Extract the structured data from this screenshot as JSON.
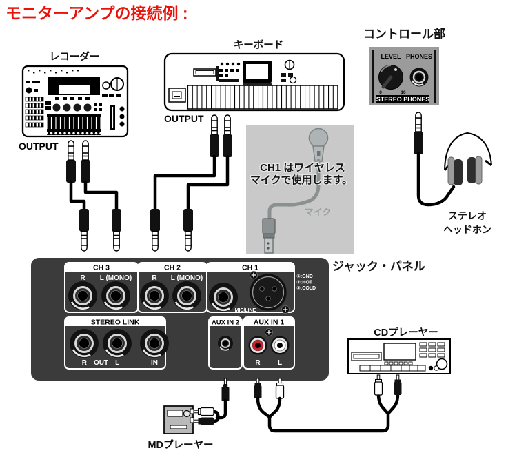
{
  "title": "モニターアンプの接続例 :",
  "colors": {
    "title_red": "#e8140c",
    "panel_gray": "#3b3b3b",
    "note_gray": "#c9c9c9",
    "control_gray": "#9b9b9b",
    "rca_red": "#cf2030"
  },
  "devices": {
    "recorder": {
      "label": "レコーダー",
      "output": "OUTPUT"
    },
    "keyboard": {
      "label": "キーボード",
      "output": "OUTPUT"
    },
    "control": {
      "label": "コントロール部",
      "level": "LEVEL",
      "phones": "PHONES",
      "min": "0",
      "max": "10",
      "strip": "STEREO PHONES"
    },
    "headphones": {
      "line1": "ステレオ",
      "line2": "ヘッドホン"
    },
    "cd": {
      "label": "CDプレーヤー"
    },
    "md": {
      "label": "MDプレーヤー"
    }
  },
  "note": {
    "line1": "CH1 はワイヤレス",
    "line2": "マイクで使用します。",
    "mic": "マイク"
  },
  "panel": {
    "label": "ジャック・パネル",
    "ch3": {
      "title": "CH 3",
      "r": "R",
      "l": "L (MONO)"
    },
    "ch2": {
      "title": "CH 2",
      "r": "R",
      "l": "L (MONO)"
    },
    "ch1": {
      "title": "CH 1",
      "jack": "MIC/LINE",
      "pin1": "①:GND",
      "pin2": "②:HOT",
      "pin3": "③:COLD"
    },
    "link": {
      "title": "STEREO LINK",
      "out": "R—OUT—L",
      "in": "IN"
    },
    "aux2": {
      "title": "AUX IN 2"
    },
    "aux1": {
      "title": "AUX IN 1",
      "r": "R",
      "l": "L"
    }
  }
}
